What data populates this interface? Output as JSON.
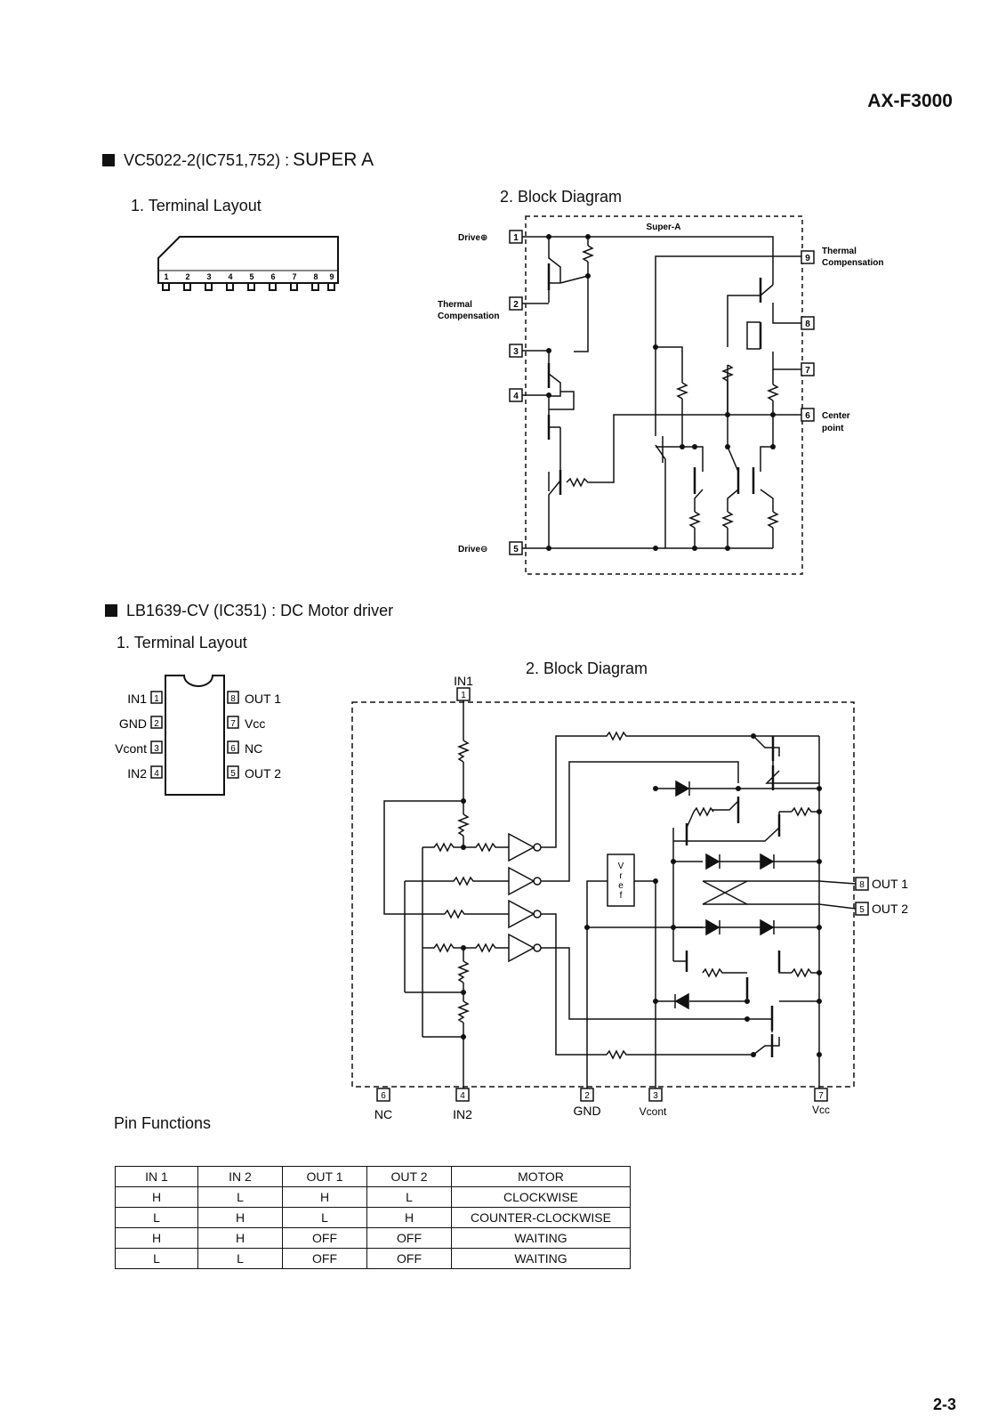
{
  "header": {
    "model": "AX-F3000"
  },
  "section1": {
    "title_a": "VC5022-2(IC751,752) :",
    "title_b": "SUPER A",
    "terminal_heading": "1. Terminal Layout",
    "block_heading": "2. Block Diagram",
    "pins": [
      "1",
      "2",
      "3",
      "4",
      "5",
      "6",
      "7",
      "8",
      "9"
    ],
    "block": {
      "title": "Super-A",
      "drive_plus": "Drive⊕",
      "drive_minus": "Drive⊖",
      "thermal_1": "Thermal",
      "thermal_2": "Compensation",
      "center_1": "Center",
      "center_2": "point",
      "pin_nums": [
        "1",
        "2",
        "3",
        "4",
        "5",
        "6",
        "7",
        "8",
        "9"
      ]
    }
  },
  "section2": {
    "title": "LB1639-CV (IC351) : DC Motor driver",
    "terminal_heading": "1. Terminal Layout",
    "block_heading": "2. Block Diagram",
    "left_pins": [
      {
        "name": "IN1",
        "num": "1"
      },
      {
        "name": "GND",
        "num": "2"
      },
      {
        "name": "Vcont",
        "num": "3"
      },
      {
        "name": "IN2",
        "num": "4"
      }
    ],
    "right_pins": [
      {
        "num": "8",
        "name": "OUT 1"
      },
      {
        "num": "7",
        "name": "Vcc"
      },
      {
        "num": "6",
        "name": "NC"
      },
      {
        "num": "5",
        "name": "OUT 2"
      }
    ],
    "block": {
      "in1": "IN1",
      "vref": "Vref",
      "out1": "OUT 1",
      "out2": "OUT 2",
      "nc": "NC",
      "in2": "IN2",
      "gnd": "GND",
      "vcont": "Vcont",
      "vcc": "Vcc",
      "pin_nums": [
        "1",
        "2",
        "3",
        "4",
        "5",
        "6",
        "7",
        "8"
      ]
    }
  },
  "pin_functions": {
    "title": "Pin Functions",
    "headers": [
      "IN 1",
      "IN 2",
      "OUT 1",
      "OUT 2",
      "MOTOR"
    ],
    "rows": [
      [
        "H",
        "L",
        "H",
        "L",
        "CLOCKWISE"
      ],
      [
        "L",
        "H",
        "L",
        "H",
        "COUNTER-CLOCKWISE"
      ],
      [
        "H",
        "H",
        "OFF",
        "OFF",
        "WAITING"
      ],
      [
        "L",
        "L",
        "OFF",
        "OFF",
        "WAITING"
      ]
    ]
  },
  "footer": {
    "page": "2-3"
  }
}
